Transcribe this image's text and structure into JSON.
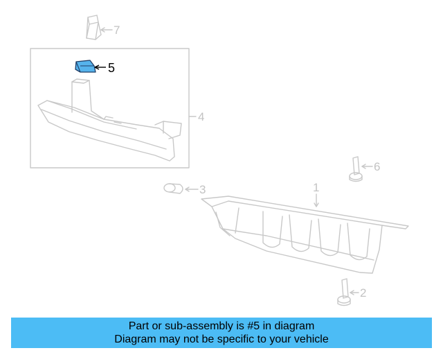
{
  "colors": {
    "faded_line": "#c8c8c8",
    "highlight_fill": "#56b3ec",
    "highlight_stroke": "#1f3d66",
    "banner_bg": "#4cbcf5"
  },
  "callouts": {
    "c1": "1",
    "c2": "2",
    "c3": "3",
    "c4": "4",
    "c5": "5",
    "c6": "6",
    "c7": "7"
  },
  "highlighted_part": "5",
  "banner": {
    "line1": "Part or sub-assembly is #5 in diagram",
    "line2": "Diagram may not be specific to your vehicle"
  }
}
